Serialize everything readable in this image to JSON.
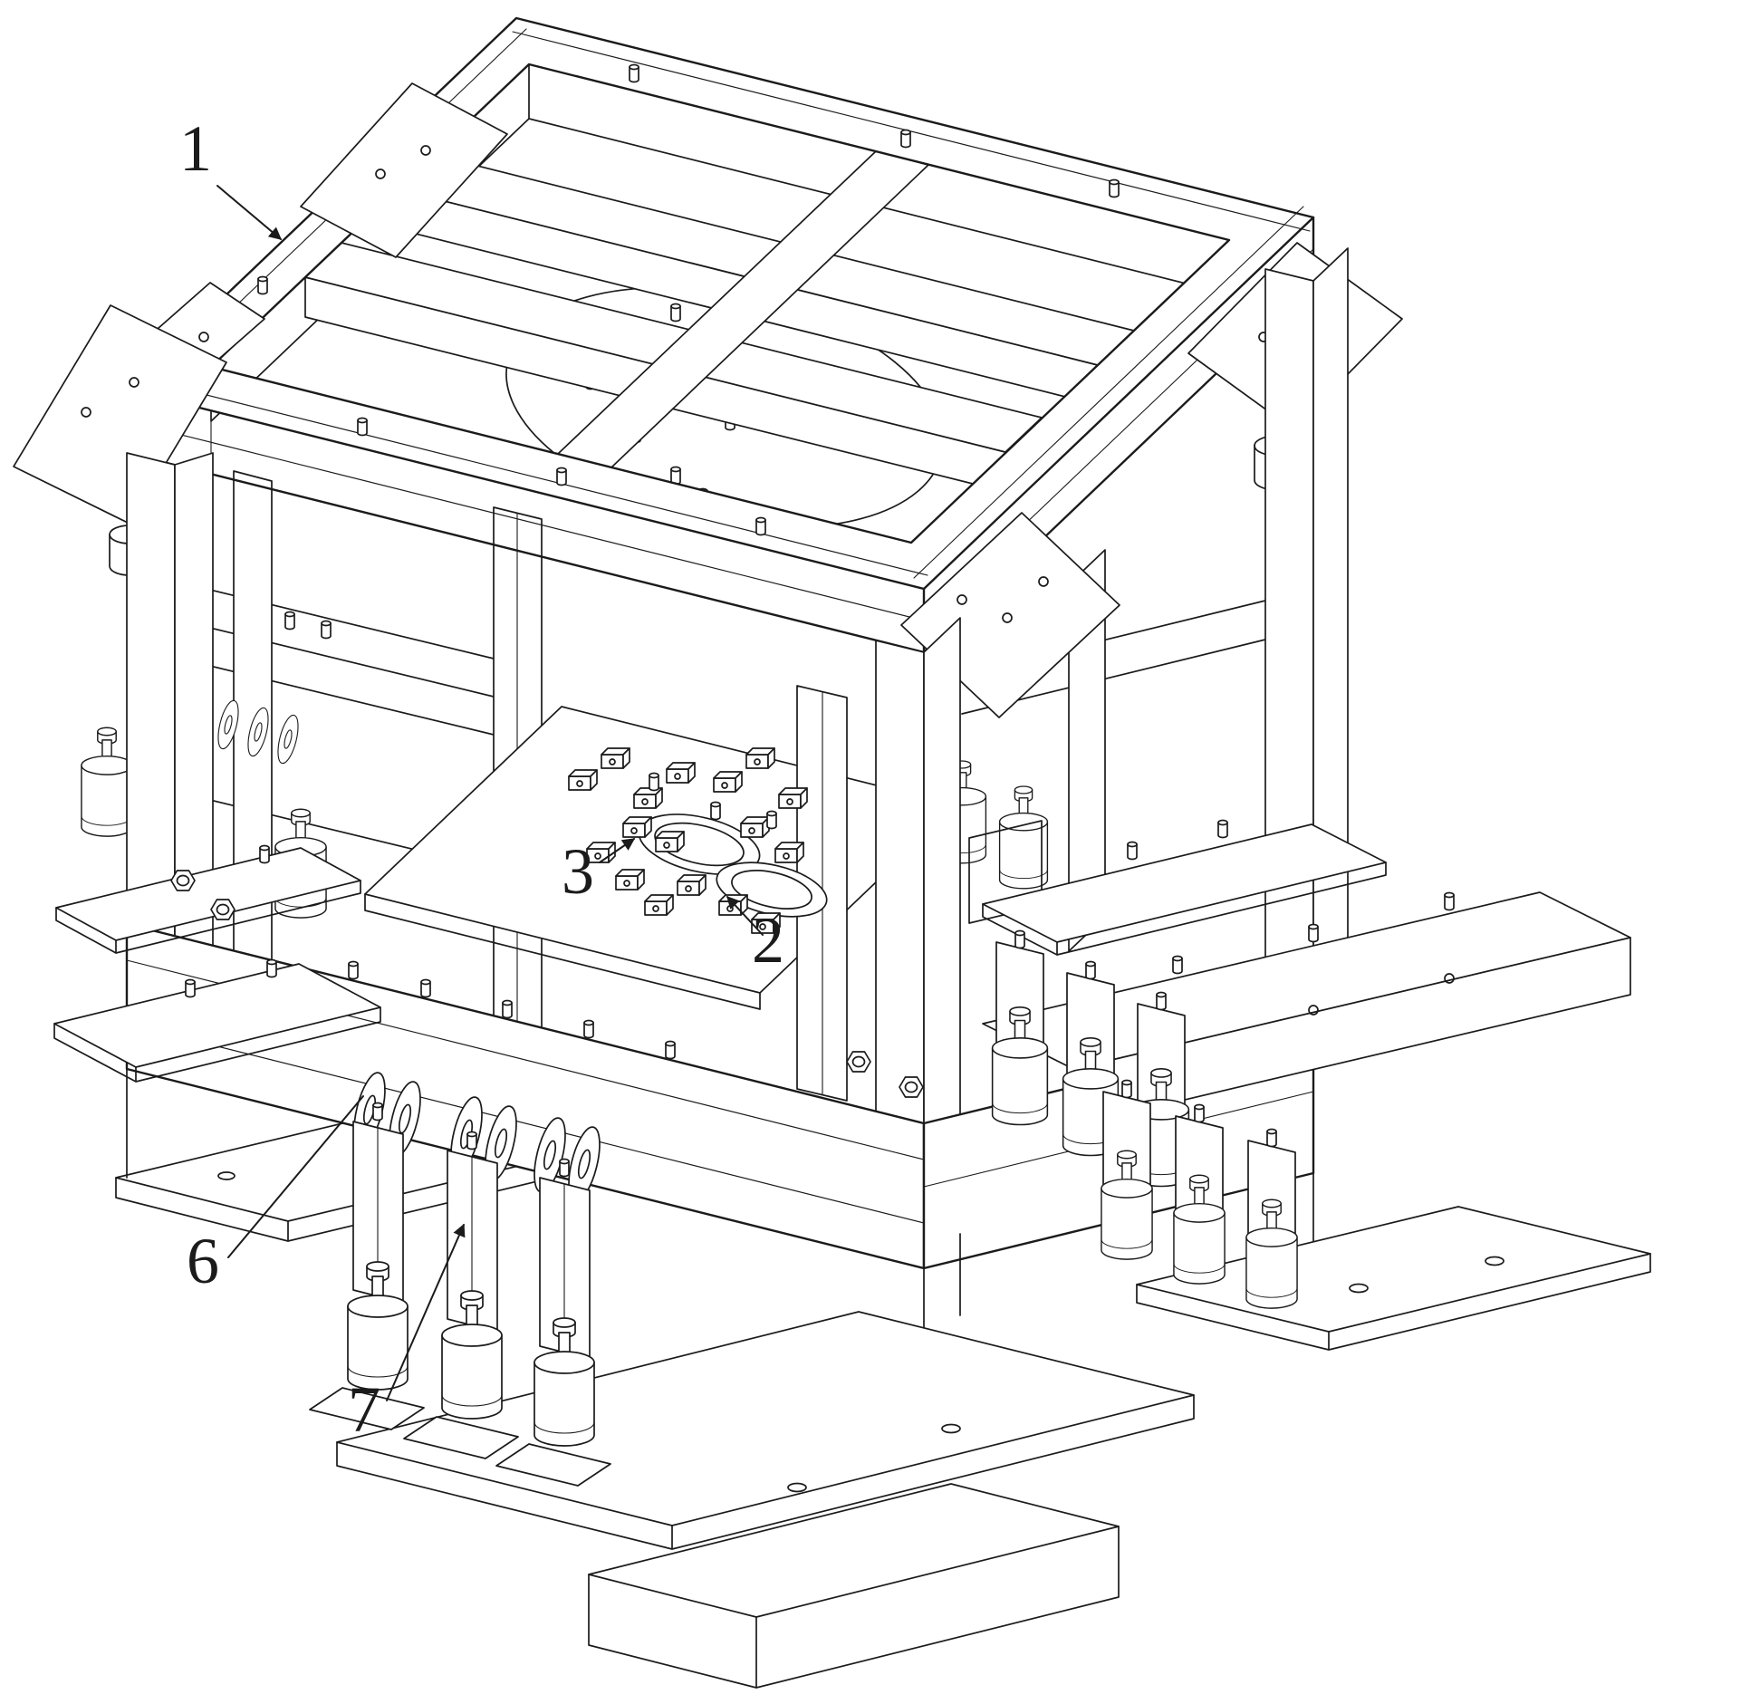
{
  "figure": {
    "background": "#ffffff",
    "line_color": "#1b1b1b",
    "type": "patent-isometric-line-drawing"
  },
  "callouts": [
    {
      "id": "1",
      "label": "1"
    },
    {
      "id": "2",
      "label": "2"
    },
    {
      "id": "3",
      "label": "3"
    },
    {
      "id": "6",
      "label": "6"
    },
    {
      "id": "7",
      "label": "7"
    }
  ]
}
